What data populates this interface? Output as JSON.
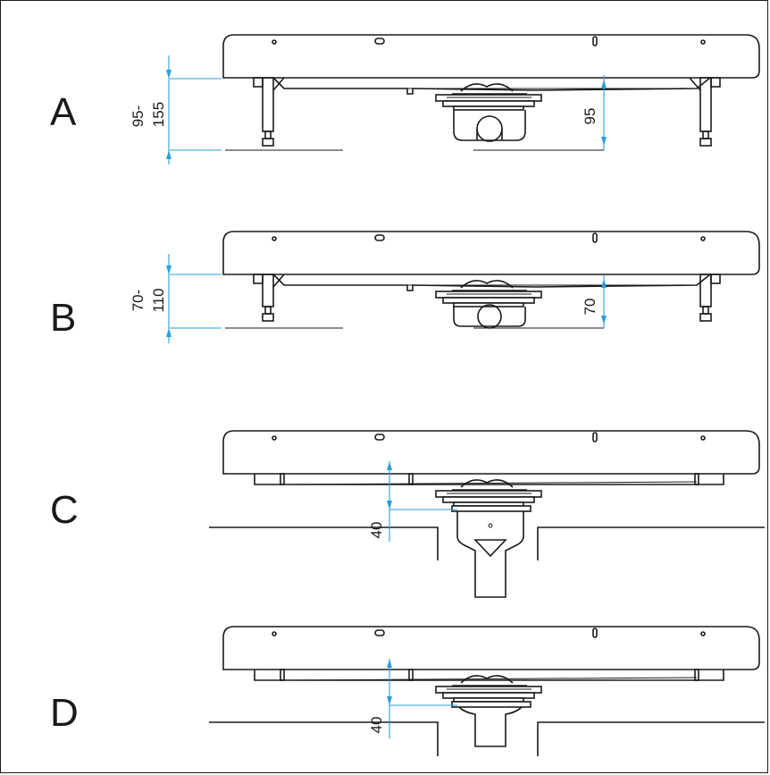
{
  "panels": [
    {
      "id": "A",
      "label": "A",
      "range_line1": "95-",
      "range_line2": "155",
      "fixed": "95"
    },
    {
      "id": "B",
      "label": "B",
      "range_line1": "70-",
      "range_line2": "110",
      "fixed": "70"
    },
    {
      "id": "C",
      "label": "C",
      "fixed": "40"
    },
    {
      "id": "D",
      "label": "D",
      "fixed": "40"
    }
  ],
  "colors": {
    "line": "#1a1a1a",
    "dimension": "#2a9fd8",
    "background": "#ffffff"
  }
}
